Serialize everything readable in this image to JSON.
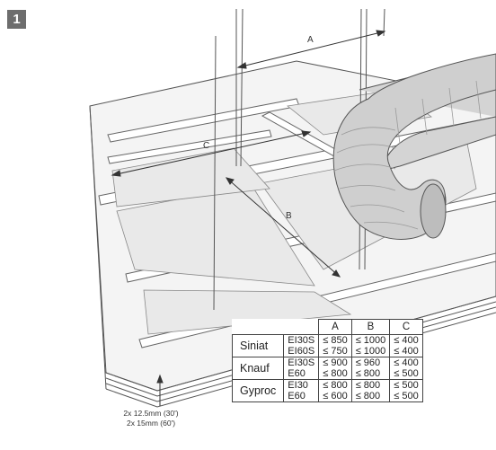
{
  "step": "1",
  "dimensions": {
    "a": "A",
    "b": "B",
    "c": "C"
  },
  "board_thickness": [
    "2x 12.5mm (30')",
    "2x 15mm (60')"
  ],
  "table": {
    "headers": [
      "A",
      "B",
      "C"
    ],
    "rows": [
      {
        "brand": "Siniat",
        "classes": [
          "EI30S",
          "EI60S"
        ],
        "a": [
          "≤ 850",
          "≤ 750"
        ],
        "b": [
          "≤ 1000",
          "≤ 1000"
        ],
        "c": [
          "≤ 400",
          "≤ 400"
        ]
      },
      {
        "brand": "Knauf",
        "classes": [
          "EI30S",
          "E60"
        ],
        "a": [
          "≤ 900",
          "≤ 800"
        ],
        "b": [
          "≤ 960",
          "≤ 800"
        ],
        "c": [
          "≤ 400",
          "≤ 500"
        ]
      },
      {
        "brand": "Gyproc",
        "classes": [
          "EI30",
          "E60"
        ],
        "a": [
          "≤ 800",
          "≤ 600"
        ],
        "b": [
          "≤ 800",
          "≤ 800"
        ],
        "c": [
          "≤ 500",
          "≤ 500"
        ]
      }
    ]
  }
}
